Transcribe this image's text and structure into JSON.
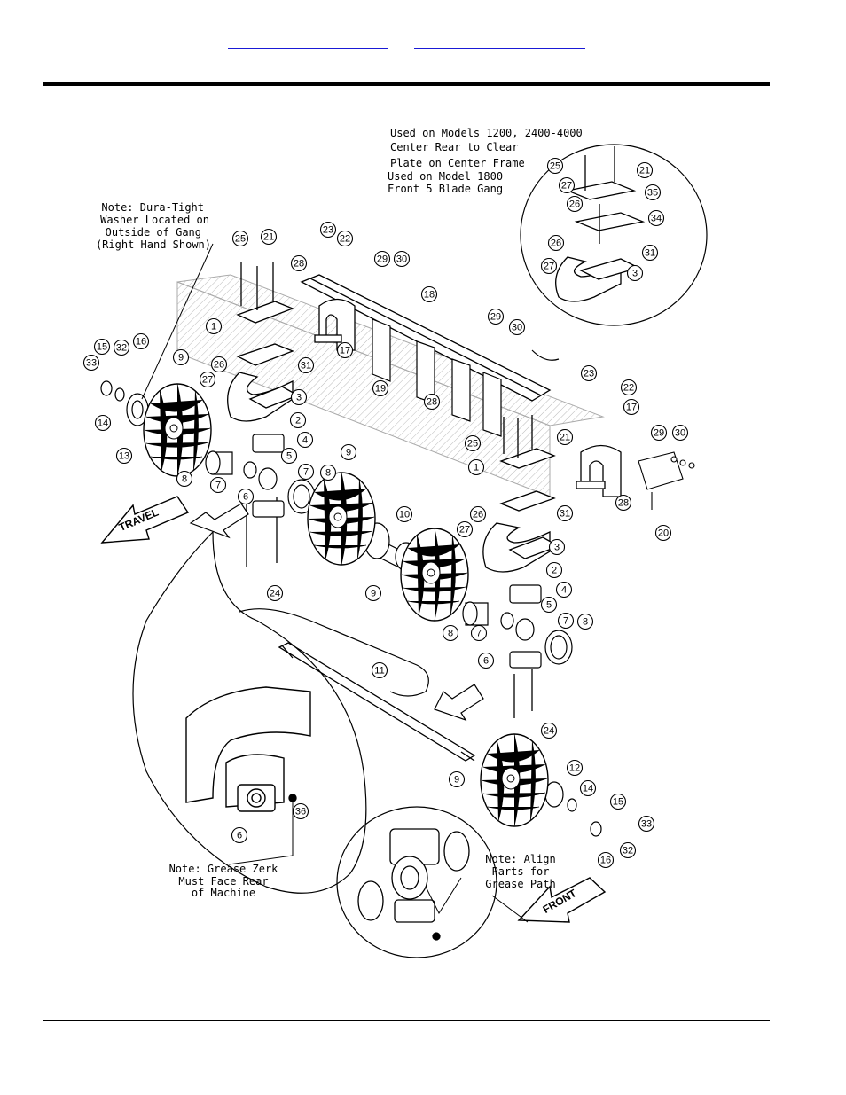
{
  "header": {
    "links": [
      {
        "label": ""
      },
      {
        "label": ""
      }
    ]
  },
  "notes": {
    "dura_tight": [
      "Note: Dura-Tight",
      "Washer Located on",
      "Outside of Gang",
      "(Right Hand Shown)"
    ],
    "center_rear": [
      "Used on Models 1200, 2400-4000",
      "Center Rear to Clear",
      "Plate on Center Frame",
      "Used on Model 1800",
      "Front 5 Blade Gang"
    ],
    "grease_zerk": [
      "Note: Grease Zerk",
      "Must Face Rear",
      "of Machine"
    ],
    "align_parts": [
      "Note: Align",
      "Parts for",
      "Grease Path"
    ]
  },
  "arrows": {
    "travel": "TRAVEL",
    "front": "FRONT"
  },
  "callouts": [
    {
      "n": "25"
    },
    {
      "n": "21"
    },
    {
      "n": "23"
    },
    {
      "n": "22"
    },
    {
      "n": "28"
    },
    {
      "n": "29"
    },
    {
      "n": "30"
    },
    {
      "n": "18"
    },
    {
      "n": "1"
    },
    {
      "n": "17"
    },
    {
      "n": "9"
    },
    {
      "n": "26"
    },
    {
      "n": "27"
    },
    {
      "n": "31"
    },
    {
      "n": "3"
    },
    {
      "n": "2"
    },
    {
      "n": "15"
    },
    {
      "n": "32"
    },
    {
      "n": "16"
    },
    {
      "n": "33"
    },
    {
      "n": "14"
    },
    {
      "n": "13"
    },
    {
      "n": "4"
    },
    {
      "n": "5"
    },
    {
      "n": "7"
    },
    {
      "n": "8"
    },
    {
      "n": "8"
    },
    {
      "n": "9"
    },
    {
      "n": "7"
    },
    {
      "n": "6"
    },
    {
      "n": "24"
    },
    {
      "n": "10"
    },
    {
      "n": "19"
    },
    {
      "n": "28"
    },
    {
      "n": "29"
    },
    {
      "n": "30"
    },
    {
      "n": "23"
    },
    {
      "n": "22"
    },
    {
      "n": "17"
    },
    {
      "n": "29"
    },
    {
      "n": "30"
    },
    {
      "n": "25"
    },
    {
      "n": "21"
    },
    {
      "n": "1"
    },
    {
      "n": "26"
    },
    {
      "n": "31"
    },
    {
      "n": "27"
    },
    {
      "n": "3"
    },
    {
      "n": "2"
    },
    {
      "n": "28"
    },
    {
      "n": "20"
    },
    {
      "n": "9"
    },
    {
      "n": "4"
    },
    {
      "n": "5"
    },
    {
      "n": "7"
    },
    {
      "n": "8"
    },
    {
      "n": "8"
    },
    {
      "n": "7"
    },
    {
      "n": "6"
    },
    {
      "n": "24"
    },
    {
      "n": "11"
    },
    {
      "n": "9"
    },
    {
      "n": "12"
    },
    {
      "n": "14"
    },
    {
      "n": "15"
    },
    {
      "n": "33"
    },
    {
      "n": "32"
    },
    {
      "n": "16"
    },
    {
      "n": "6"
    },
    {
      "n": "36"
    },
    {
      "n": "25"
    },
    {
      "n": "21"
    },
    {
      "n": "27"
    },
    {
      "n": "35"
    },
    {
      "n": "26"
    },
    {
      "n": "34"
    },
    {
      "n": "26"
    },
    {
      "n": "31"
    },
    {
      "n": "27"
    },
    {
      "n": "3"
    }
  ]
}
